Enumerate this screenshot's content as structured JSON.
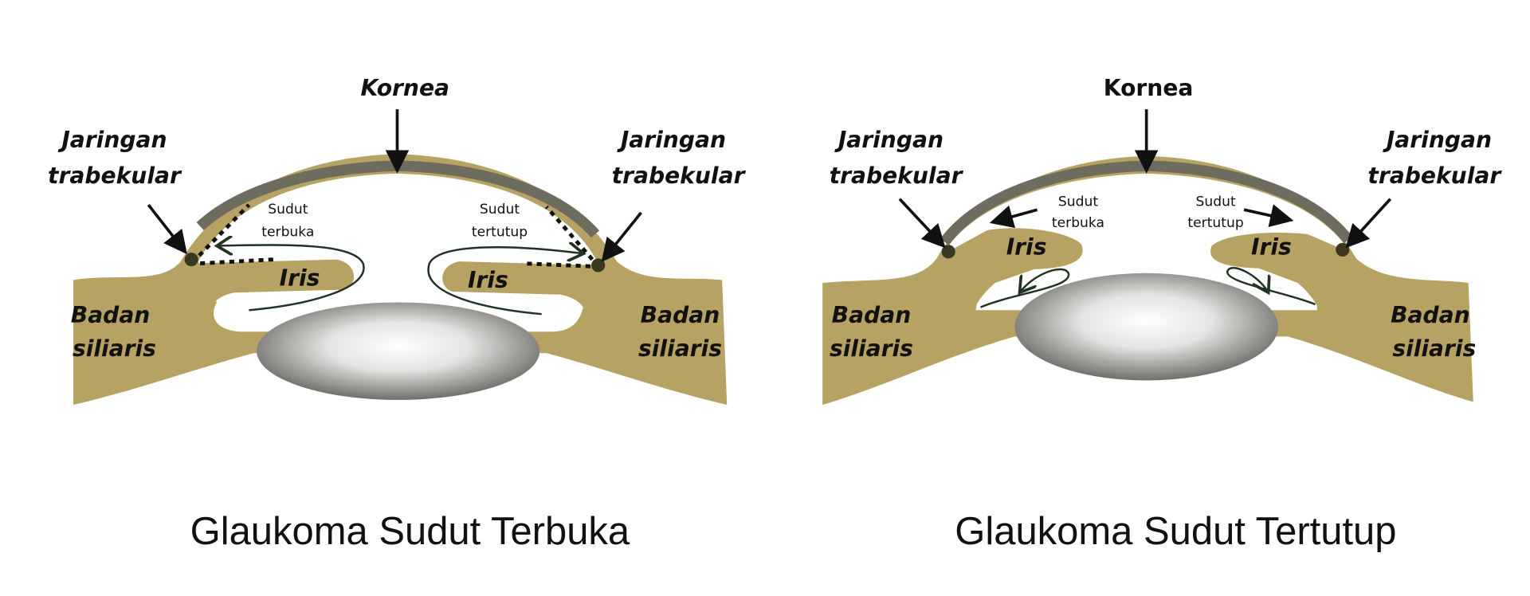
{
  "colors": {
    "tissue": "#b6a262",
    "cornea_band": "#6e6c5e",
    "trabecular": "#3a3820"
  },
  "open_angle": {
    "title": "Glaukoma Sudut Terbuka",
    "kornea": "Kornea",
    "trabecular_left": [
      "Jaringan",
      "trabekular"
    ],
    "trabecular_right": [
      "Jaringan",
      "trabekular"
    ],
    "angle_left": [
      "Sudut",
      "terbuka"
    ],
    "angle_right": [
      "Sudut",
      "tertutup"
    ],
    "iris_left": "Iris",
    "iris_right": "Iris",
    "ciliary_left": [
      "Badan",
      "siliaris"
    ],
    "ciliary_right": [
      "Badan",
      "siliaris"
    ]
  },
  "closed_angle": {
    "title": "Glaukoma Sudut Tertutup",
    "kornea": "Kornea",
    "trabecular_left": [
      "Jaringan",
      "trabekular"
    ],
    "trabecular_right": [
      "Jaringan",
      "trabekular"
    ],
    "angle_left": [
      "Sudut",
      "terbuka"
    ],
    "angle_right": [
      "Sudut",
      "tertutup"
    ],
    "iris_left": "Iris",
    "iris_right": "Iris",
    "ciliary_left": [
      "Badan",
      "siliaris"
    ],
    "ciliary_right": [
      "Badan",
      "siliaris"
    ]
  }
}
